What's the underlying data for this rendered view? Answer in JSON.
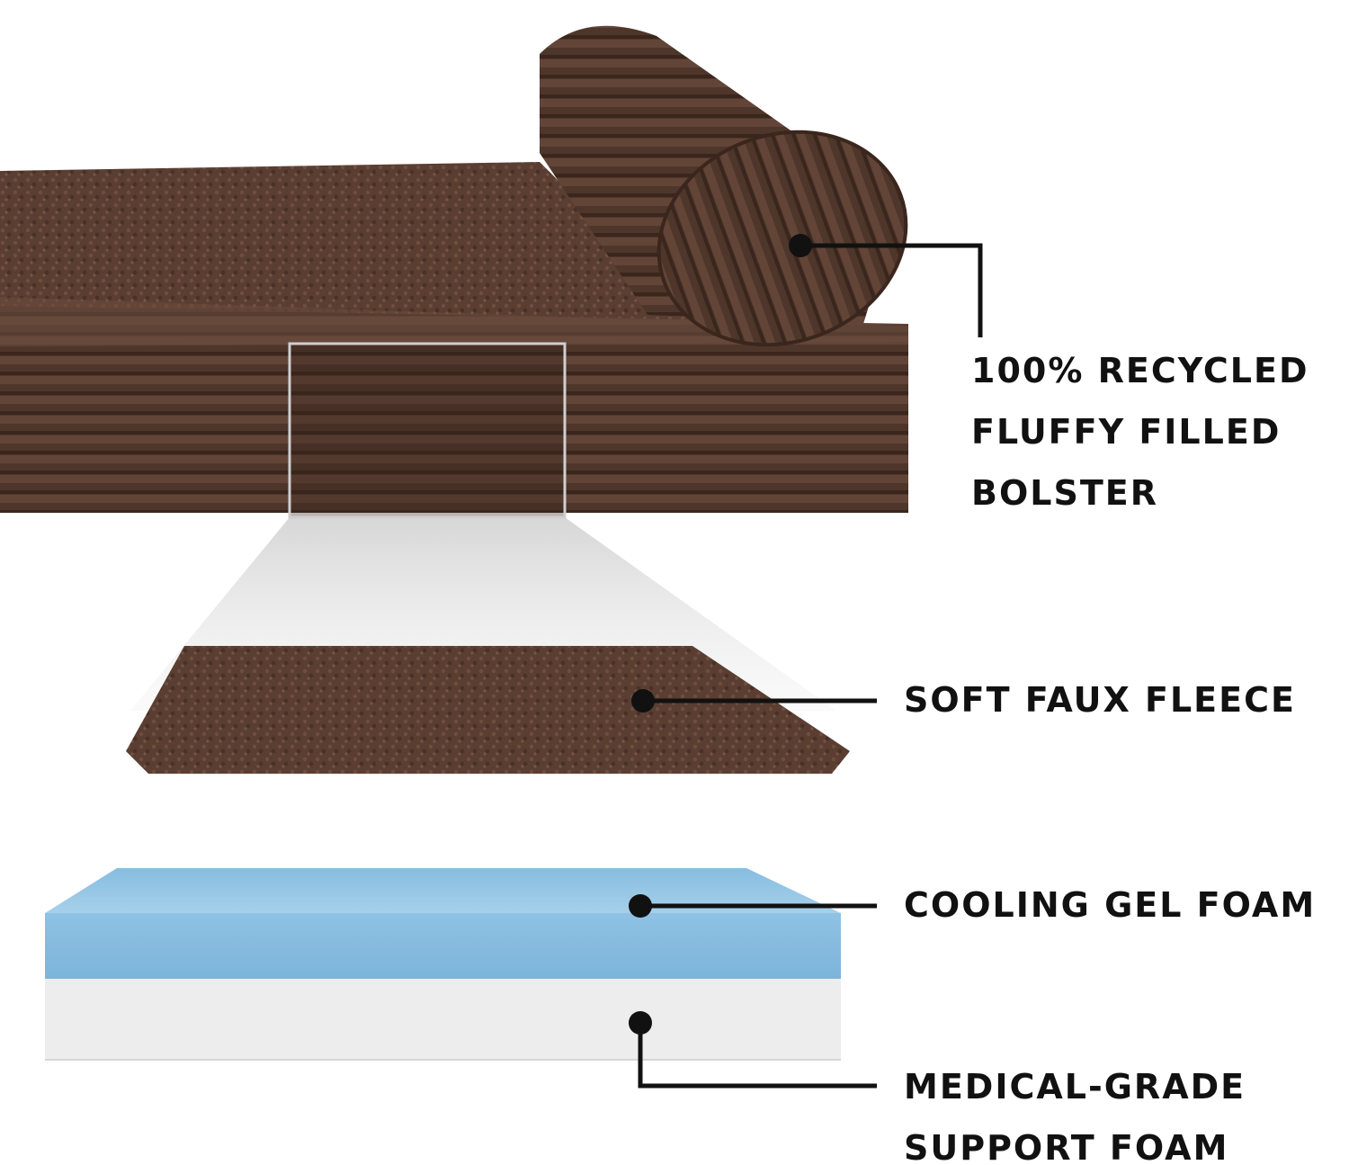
{
  "colors": {
    "fabric_dark": "#3f2a20",
    "fabric_mid": "#5a3e31",
    "fabric_light": "#6e4e3f",
    "gel_blue": "#9ccbe6",
    "gel_blue_dark": "#6fa9cf",
    "support_white": "#efefef",
    "leader_line": "#111111"
  },
  "callouts": {
    "bolster": {
      "lines": [
        "100% RECYCLED",
        "FLUFFY FILLED",
        "BOLSTER"
      ]
    },
    "fleece": {
      "lines": [
        "SOFT FAUX FLEECE"
      ]
    },
    "gel": {
      "lines": [
        "COOLING GEL FOAM"
      ]
    },
    "support": {
      "lines": [
        "MEDICAL-GRADE",
        "SUPPORT FOAM"
      ]
    }
  }
}
